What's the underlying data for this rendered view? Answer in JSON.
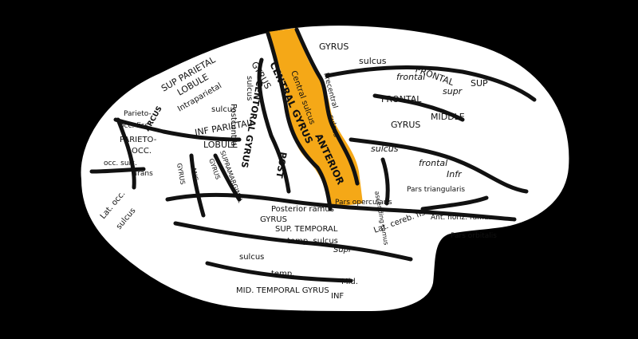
{
  "colors": {
    "background": "#000000",
    "brain": "#ffffff",
    "sulci": "#111111",
    "highlight": "#f5a817"
  },
  "labels": {
    "gyrus_top": "GYRUS",
    "frontal_upper": "FRONTAL",
    "sulcus_upper": "sulcus",
    "frontal_lower_word": "frontal",
    "sup_right": "SUP",
    "supr_right": "supr",
    "frontal_mid": "FRONTAL",
    "middle": "MIDDLE",
    "gyrus_mid": "GYRUS",
    "sulcus_mid": "sulcus",
    "frontal_inf": "frontal",
    "infr": "Infr",
    "ant_central_gyrus": "CENTRAL GYRUS",
    "anterior": "ANTERIOR",
    "cent_sulcus": "Central sulcus",
    "precentral": "Precentral",
    "sulcus_small": "sulcus",
    "pars_opercularis": "Pars opercularis",
    "pars_triangularis": "Pars triangularis",
    "ascending_ramus": "ascending ramus",
    "ant_horiz_ramus": "Ant. horiz. ramus",
    "pars_orbitalis": "Pars orbitalis",
    "post_central_gyrus": "CENTORAL GYRUS",
    "post": "POST",
    "postcentral": "Postcentral",
    "sulcus_post": "sulcus",
    "gyrus_post": "GYRUS",
    "sup_parietal": "SUP PARIETAL",
    "lobule_sup": "LOBULE",
    "intraparietal": "Intraparietal",
    "sulcus_ip": "sulcus",
    "inf_parietal": "INF PARIETAL",
    "lobule_inf": "LOBULE",
    "parieto": "Parieto-",
    "occ_fiss": "occ. fiss.",
    "parieto_occ": "PARIETO-",
    "occ": "OCC.",
    "arcus": "ARCUS",
    "trans": "Trans",
    "occ_sulc": "occ. sulc.",
    "gyrus_ang": "GYRUS",
    "ang": "ANG.",
    "supramarginal": "SUPRAMARGINAL",
    "gyrus_supram": "GYRUS",
    "lat_occ": "Lat. occ.",
    "sulcus_occ": "sulcus",
    "posterior_ramus": "Posterior ramus",
    "gyrus_temp": "GYRUS",
    "sup_temporal": "SUP. TEMPORAL",
    "temp_sulcus": "temp. sulcus",
    "supr_temp": "Supr",
    "lat_cereb": "Lat. cereb. fiss.",
    "sulcus_mid_temp": "sulcus",
    "temp_mid": "temp.",
    "mid": "Mid.",
    "mid_temporal": "MID. TEMPORAL GYRUS",
    "inf": "INF"
  }
}
